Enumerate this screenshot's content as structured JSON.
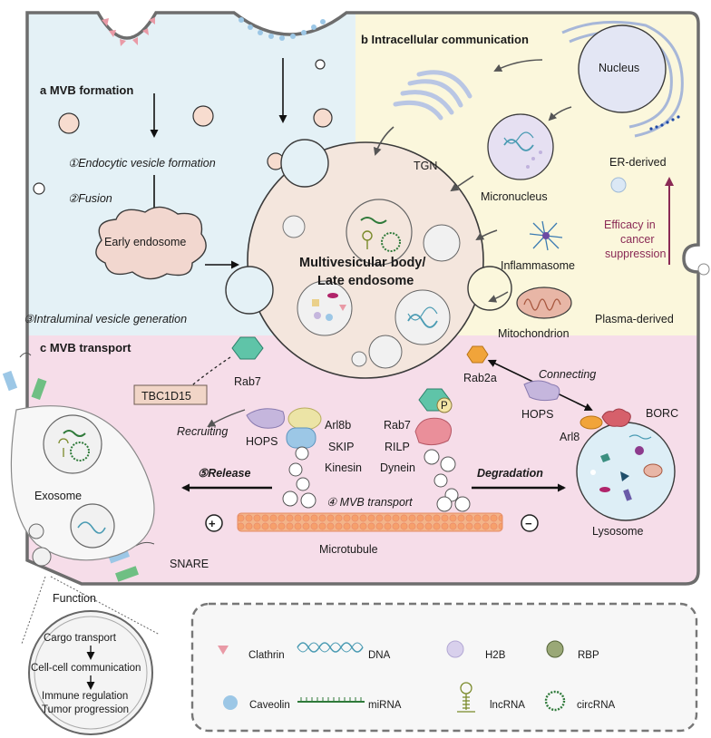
{
  "panels": {
    "a": {
      "title": "a  MVB formation",
      "steps": [
        "①Endocytic vesicle formation",
        "②Fusion",
        "③Intraluminal vesicle generation"
      ],
      "early_endosome": "Early endosome"
    },
    "b": {
      "title": "b  Intracellular communication",
      "nucleus": "Nucleus",
      "tgn": "TGN",
      "micronucleus": "Micronucleus",
      "inflammasome": "Inflammasome",
      "mitochondrion": "Mitochondrion",
      "er_derived": "ER-derived",
      "plasma_derived": "Plasma-derived",
      "efficacy": [
        "Efficacy in",
        "cancer",
        "suppression"
      ]
    },
    "c": {
      "title": "c  MVB transport",
      "tbc1d15": "TBC1D15",
      "rab7_left": "Rab7",
      "recruiting": "Recruiting",
      "hops_left": "HOPS",
      "arl8b": "Arl8b",
      "skip": "SKIP",
      "kinesin": "Kinesin",
      "rab7_mid": "Rab7",
      "rilp": "RILP",
      "dynein": "Dynein",
      "p_badge": "P",
      "rab2a": "Rab2a",
      "connecting": "Connecting",
      "hops_right": "HOPS",
      "borc": "BORC",
      "arl8": "Arl8",
      "lysosome": "Lysosome",
      "release": "⑤Release",
      "degradation": "Degradation",
      "mvb_transport": "④ MVB transport",
      "microtubule": "Microtubule",
      "plus": "+",
      "minus": "−",
      "exosome": "Exosome",
      "snare": "SNARE"
    }
  },
  "mvb": {
    "line1": "Multivesicular body/",
    "line2": "Late endosome"
  },
  "function": {
    "title": "Function",
    "items": [
      "Cargo transport",
      "Cell-cell communication",
      "Immune regulation",
      "Tumor progression"
    ]
  },
  "legend": [
    {
      "label": "Clathrin",
      "icon": "clathrin-icon"
    },
    {
      "label": "DNA",
      "icon": "dna-icon"
    },
    {
      "label": "H2B",
      "icon": "h2b-icon"
    },
    {
      "label": "RBP",
      "icon": "rbp-icon"
    },
    {
      "label": "Caveolin",
      "icon": "caveolin-icon"
    },
    {
      "label": "miRNA",
      "icon": "mirna-icon"
    },
    {
      "label": "lncRNA",
      "icon": "lncrna-icon"
    },
    {
      "label": "circRNA",
      "icon": "circrna-icon"
    }
  ],
  "colors": {
    "panel_a_bg": "#e4f1f6",
    "panel_b_bg": "#fbf7dc",
    "panel_c_bg": "#f6dde9",
    "mvb_fill": "#f4e6dd",
    "clathrin": "#e99aa6",
    "caveolin": "#9cc7e6",
    "rab7": "#5fc4a8",
    "rab2a": "#f1a43a",
    "microtubule": "#f3a879",
    "efficacy_arrow": "#8a2a55"
  }
}
